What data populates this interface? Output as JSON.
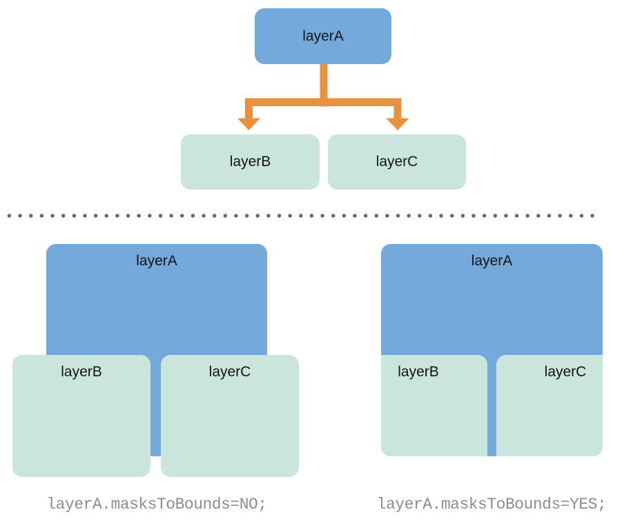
{
  "colors": {
    "layer_a_fill": "#74A9DB",
    "sublayer_fill": "#CAE5DC",
    "arrow_color": "#E8913A",
    "label_text": "#131313",
    "caption_text": "#8D8D8D",
    "dot_color": "#6A6A6A",
    "bg_color": "#FFFFFF"
  },
  "tree": {
    "parent_label": "layerA",
    "child_left_label": "layerB",
    "child_right_label": "layerC"
  },
  "example_no_mask": {
    "parent_label": "layerA",
    "child_left_label": "layerB",
    "child_right_label": "layerC",
    "caption": "layerA.masksToBounds=NO;"
  },
  "example_yes_mask": {
    "parent_label": "layerA",
    "child_left_label": "layerB",
    "child_right_label": "layerC",
    "caption": "layerA.masksToBounds=YES;"
  }
}
